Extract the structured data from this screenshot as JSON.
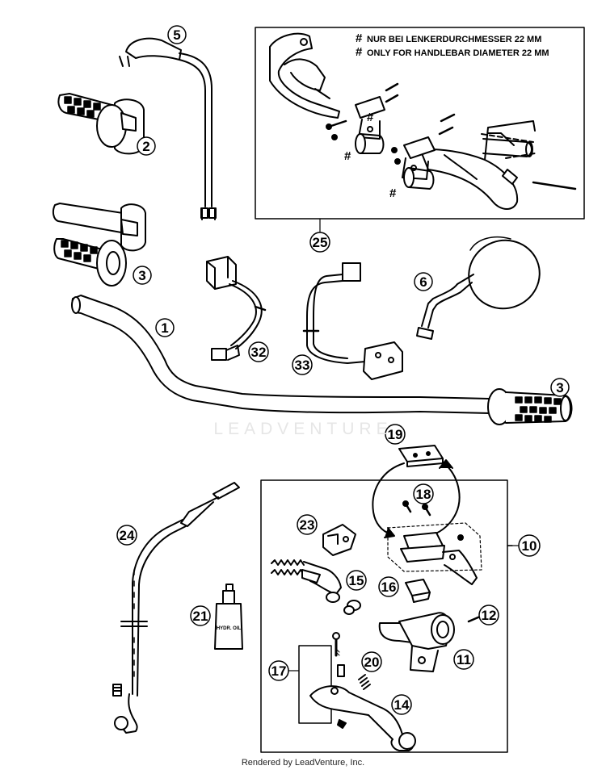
{
  "note": {
    "hash": "#",
    "line_de": "NUR BEI LENKERDURCHMESSER 22 MM",
    "line_en": "ONLY FOR HANDLEBAR DIAMETER 22 MM"
  },
  "watermark": "LEADVENTURE",
  "footer": "Rendered by LeadVenture, Inc.",
  "hash_marks": [
    "#",
    "#",
    "#"
  ],
  "callouts": [
    {
      "id": "c1",
      "label": "1"
    },
    {
      "id": "c2",
      "label": "2"
    },
    {
      "id": "c3a",
      "label": "3"
    },
    {
      "id": "c3b",
      "label": "3"
    },
    {
      "id": "c5",
      "label": "5"
    },
    {
      "id": "c6",
      "label": "6"
    },
    {
      "id": "c10",
      "label": "10"
    },
    {
      "id": "c11",
      "label": "11"
    },
    {
      "id": "c12",
      "label": "12"
    },
    {
      "id": "c14",
      "label": "14"
    },
    {
      "id": "c15",
      "label": "15"
    },
    {
      "id": "c16",
      "label": "16"
    },
    {
      "id": "c17",
      "label": "17"
    },
    {
      "id": "c18",
      "label": "18"
    },
    {
      "id": "c19",
      "label": "19"
    },
    {
      "id": "c20",
      "label": "20"
    },
    {
      "id": "c21",
      "label": "21"
    },
    {
      "id": "c23",
      "label": "23"
    },
    {
      "id": "c24",
      "label": "24"
    },
    {
      "id": "c25",
      "label": "25"
    },
    {
      "id": "c32",
      "label": "32"
    },
    {
      "id": "c33",
      "label": "33"
    }
  ],
  "bottle_label": "HYDR. OIL"
}
